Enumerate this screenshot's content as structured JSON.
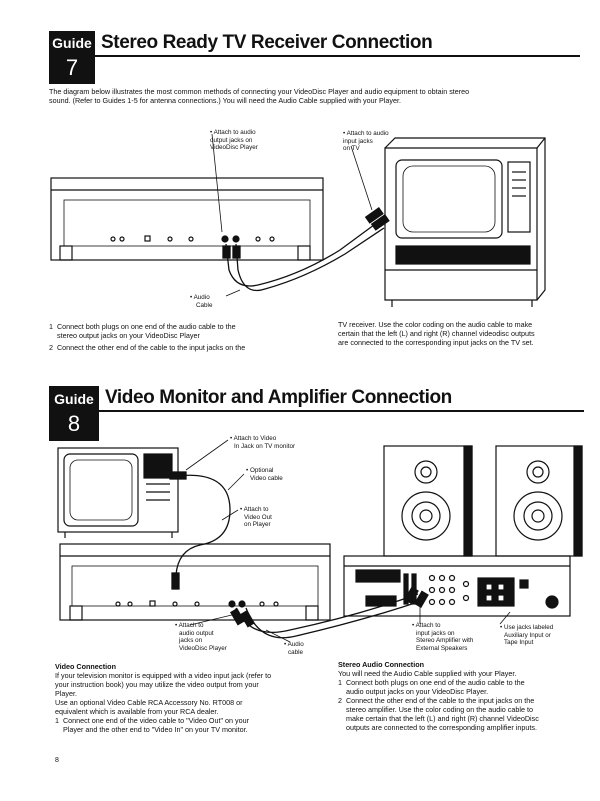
{
  "guide7": {
    "label": "Guide",
    "number": "7",
    "title": "Stereo Ready TV Receiver Connection",
    "intro_line1": "The diagram below illustrates the most common methods of connecting your VideoDisc Player and audio equipment to obtain stereo",
    "intro_line2": "sound. (Refer to Guides 1-5 for antenna connections.) You will need the Audio Cable supplied with your Player.",
    "callouts": {
      "player_jacks": [
        "• Attach to audio",
        "output jacks on",
        "VideoDisc Player"
      ],
      "tv_jacks": [
        "• Attach to audio",
        "input jacks",
        "on TV"
      ],
      "audio_cable": [
        "• Audio",
        "Cable"
      ]
    },
    "steps_left": [
      "1  Connect both plugs on one end of the audio cable to the",
      "    stereo output jacks on your VideoDisc Player",
      "2  Connect the other end of the cable to the input jacks on the"
    ],
    "steps_right": [
      "TV receiver. Use the color coding on the audio cable to make",
      "certain that the left (L) and right (R) channel videodisc outputs",
      "are connected to the corresponding input jacks on the TV set."
    ]
  },
  "guide8": {
    "label": "Guide",
    "number": "8",
    "title": "Video Monitor and Amplifier Connection",
    "callouts": {
      "video_in": [
        "• Attach to Video",
        "In Jack on TV monitor"
      ],
      "optional_cable": [
        "• Optional",
        "Video cable"
      ],
      "video_out": [
        "• Attach to",
        "Video Out",
        "on Player"
      ],
      "audio_out": [
        "• Attach to",
        "audio output",
        "jacks on",
        "VideoDisc Player"
      ],
      "audio_cable": [
        "• Audio",
        "cable"
      ],
      "amp_jacks": [
        "• Attach to",
        "input jacks on",
        "Stereo Amplifier with",
        "External Speakers"
      ],
      "aux_jacks": [
        "• Use jacks labeled",
        "Auxiliary Input or",
        "Tape Input"
      ]
    },
    "video_heading": "Video Connection",
    "video_lines": [
      "If your television monitor is equipped with a video input jack (refer to",
      "your instruction book) you may utilize the video output from your",
      "Player.",
      "Use an optional Video Cable RCA Accessory No. RT008 or",
      "equivalent which is available from your RCA dealer.",
      "1  Connect one end of the video cable to \"Video Out\" on your",
      "    Player and the other end to \"Video In\" on your TV monitor."
    ],
    "audio_heading": "Stereo Audio Connection",
    "audio_lines": [
      "You will need the Audio Cable supplied with your Player.",
      "1  Connect both plugs on one end of the audio cable to the",
      "    audio output jacks on your VideoDisc Player.",
      "2  Connect the other end of the cable to the input jacks on the",
      "    stereo amplifier. Use the color coding on the audio cable to",
      "    make certain that the left (L) and right (R) channel VideoDisc",
      "    outputs are connected to the corresponding amplifier inputs."
    ]
  },
  "page_number": "8"
}
